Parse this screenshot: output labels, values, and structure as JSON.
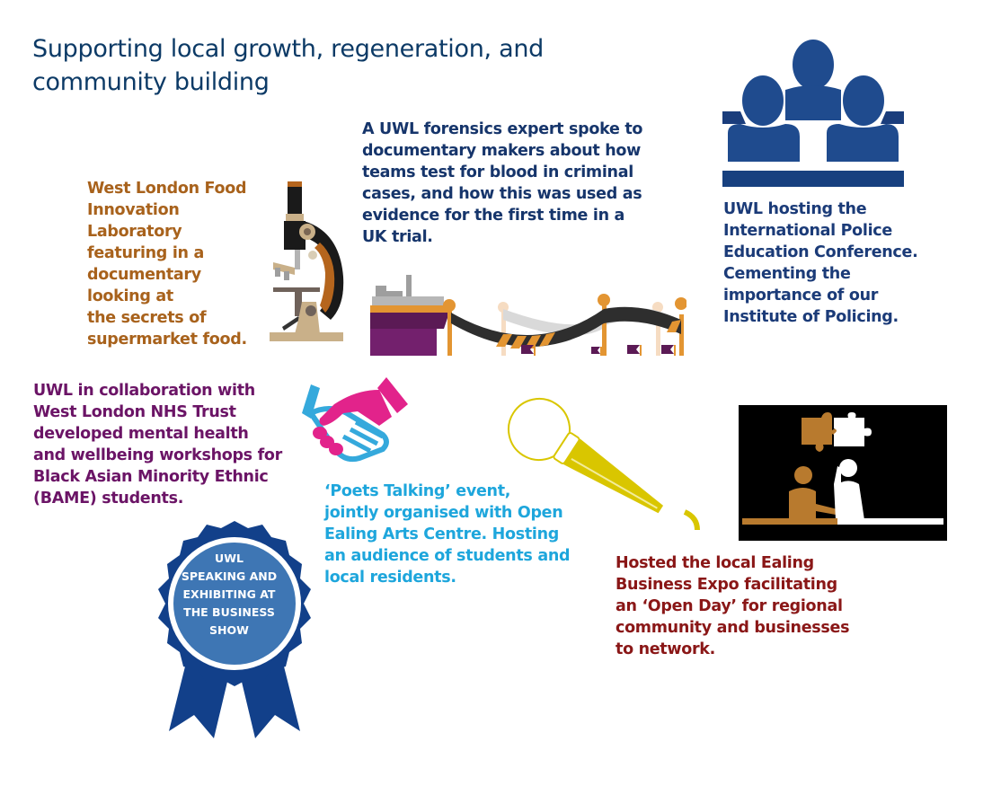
{
  "page": {
    "title": "Supporting local growth, regeneration, and community building"
  },
  "items": {
    "forensics": {
      "text": "A UWL forensics expert spoke to\ndocumentary makers about how\nteams test for blood in criminal\ncases, and how this was used as\nevidence for the first time in a\nUK trial.",
      "icon": "crime-scene-tape-icon",
      "color": "#16356b"
    },
    "food_lab": {
      "text": "West London Food\nInnovation\nLaboratory\nfeaturing in a\ndocumentary\nlooking at\nthe secrets of\nsupermarket food.",
      "icon": "microscope-icon",
      "color": "#a8621c"
    },
    "police_conference": {
      "text": "UWL hosting the\nInternational Police\nEducation Conference.\nCementing the\nimportance of our\nInstitute of Policing.",
      "icon": "audience-group-icon",
      "color": "#1b3b78"
    },
    "nhs_workshops": {
      "text": "UWL in collaboration with\nWest London NHS Trust\ndeveloped mental health\nand wellbeing workshops for\nBlack Asian Minority Ethnic\n(BAME) students.",
      "icon": "handshake-icon",
      "color": "#6b1466"
    },
    "poets_talking": {
      "text": "‘Poets Talking’ event,\njointly organised with Open\nEaling Arts Centre. Hosting\nan audience of students and\nlocal residents.",
      "icon": "microphone-icon",
      "color": "#1ea6dc"
    },
    "business_expo": {
      "text": "Hosted the local Ealing\nBusiness Expo facilitating\nan ‘Open Day’ for regional\ncommunity and businesses\nto network.",
      "icon": "puzzle-collaboration-icon",
      "color": "#8a1717"
    },
    "business_show": {
      "text": "UWL\nSPEAKING AND\nEXHIBITING AT\nTHE BUSINESS\nSHOW",
      "icon": "award-rosette-icon",
      "color": "#0d3f86"
    }
  }
}
